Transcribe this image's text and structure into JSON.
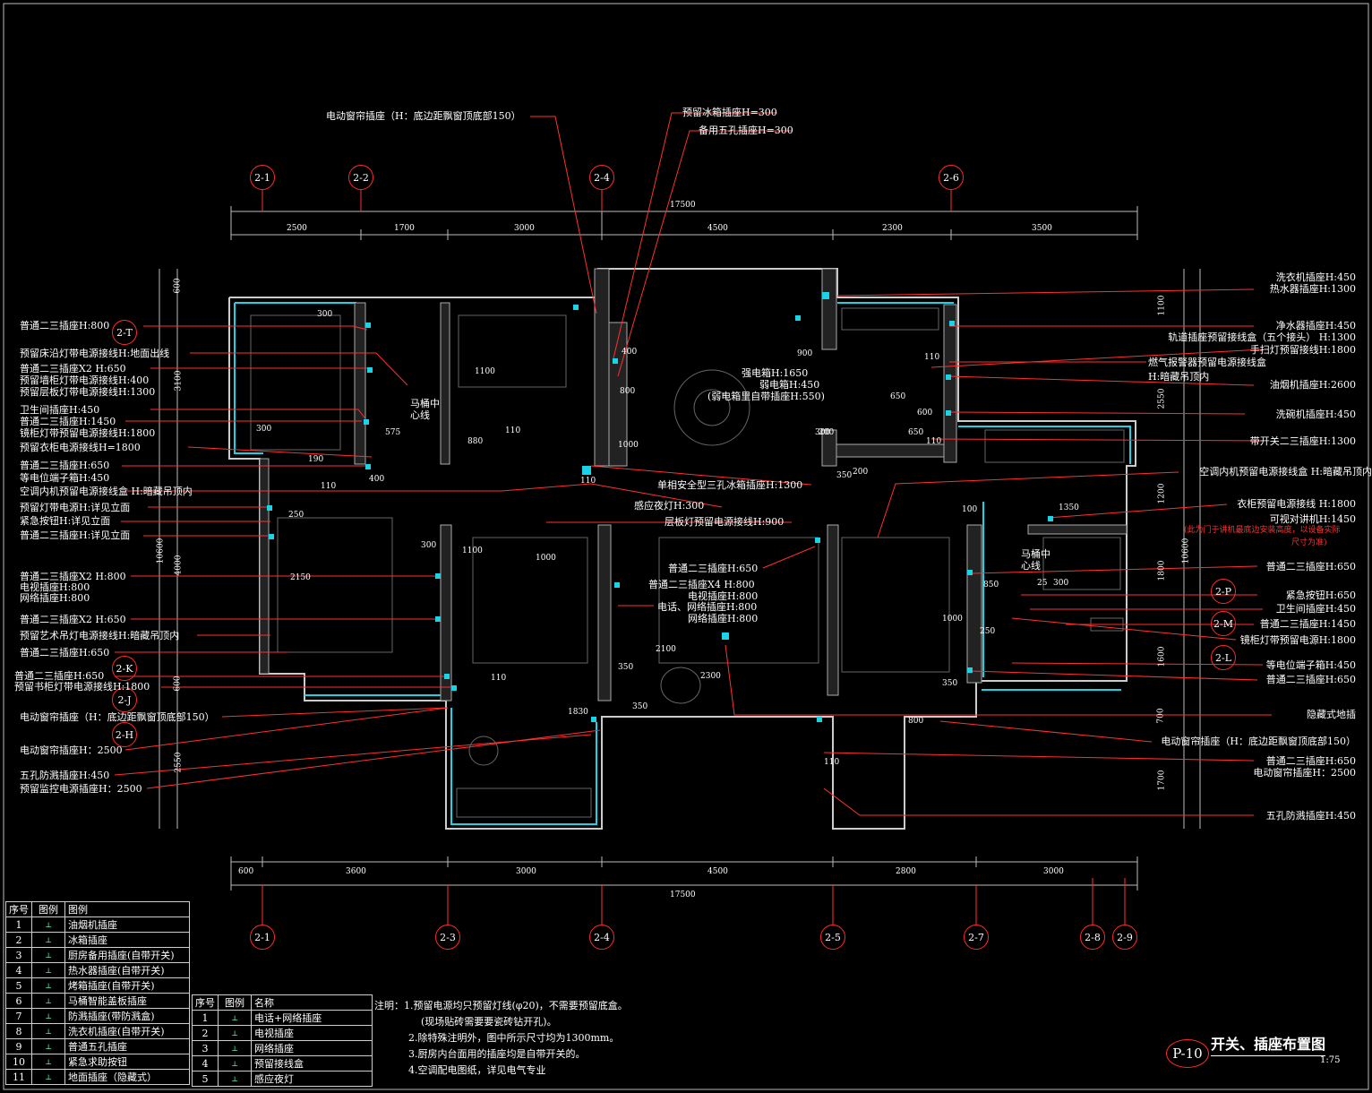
{
  "drawing": {
    "sheet_no": "P-10",
    "title": "开关、插座布置图",
    "scale": "1:75"
  },
  "axes_top": [
    "2-1",
    "2-2",
    "2-4",
    "2-6"
  ],
  "axes_bottom": [
    "2-1",
    "2-3",
    "2-4",
    "2-5",
    "2-7",
    "2-8",
    "2-9"
  ],
  "axes_left": [
    "2-T",
    "2-K",
    "2-J",
    "2-H"
  ],
  "axes_right": [
    "2-P",
    "2-M",
    "2-L"
  ],
  "dims_top_total": "17500",
  "dims_top": [
    "2500",
    "1700",
    "3000",
    "4500",
    "2300",
    "3500"
  ],
  "dims_bottom": [
    "600",
    "3600",
    "3000",
    "4500",
    "2800",
    "3000"
  ],
  "dims_bottom_total": "17500",
  "dims_left": [
    "600",
    "3100",
    "10600",
    "4000",
    "600",
    "2550"
  ],
  "dims_right": [
    "1100",
    "2550",
    "10600",
    "1200",
    "1800",
    "1600",
    "700",
    "1700"
  ],
  "interior_dims": [
    "300",
    "1100",
    "400",
    "110",
    "300",
    "575",
    "190",
    "880",
    "110",
    "110",
    "400",
    "800",
    "1000",
    "900",
    "110",
    "650",
    "600",
    "650",
    "350",
    "200",
    "200",
    "300",
    "110",
    "250",
    "2150",
    "300",
    "1100",
    "1000",
    "110",
    "350",
    "2100",
    "2300",
    "1830",
    "350",
    "110",
    "800",
    "100",
    "1350",
    "850",
    "300",
    "25",
    "250",
    "1000",
    "350"
  ],
  "center_labels": [
    "马桶中心线",
    "马桶中心线"
  ],
  "top_callouts": [
    "电动窗帘插座（H：底边距飘窗顶底部150）",
    "预留冰箱插座H=300",
    "备用五孔插座H=300"
  ],
  "left_callouts": [
    "普通二三插座H:800",
    "预留床沿灯带电源接线H:地面出线",
    "普通二三插座X2 H:650",
    "预留墙柜灯带电源接线H:400",
    "预留层板灯带电源接线H:1300",
    "卫生间插座H:450",
    "普通二三插座H:1450",
    "镜柜灯带预留电源接线H:1800",
    "预留衣柜电源接线H=1800",
    "普通二三插座H:650",
    "等电位端子箱H:450",
    "空调内机预留电源接线盒 H:暗藏吊顶内",
    "预留灯带电源H:详见立面",
    "紧急按钮H:详见立面",
    "普通二三插座H:详见立面",
    "普通二三插座X2 H:800",
    "电视插座H:800",
    "网络插座H:800",
    "普通二三插座X2 H:650",
    "预留艺术吊灯电源接线H:暗藏吊顶内",
    "普通二三插座H:650",
    "普通二三插座H:650",
    "预留书柜灯带电源接线H:1800",
    "电动窗帘插座（H：底边距飘窗顶底部150）",
    "电动窗帘插座H：2500",
    "五孔防溅插座H:450",
    "预留监控电源插座H：2500"
  ],
  "center_callouts": [
    "强电箱H:1650",
    "弱电箱H:450",
    "(弱电箱里自带插座H:550)",
    "单相安全型三孔冰箱插座H:1300",
    "感应夜灯H:300",
    "层板灯预留电源接线H:900",
    "普通二三插座H:650",
    "普通二三插座X4 H:800",
    "电视插座H:800",
    "电话、网络插座H:800",
    "网络插座H:800"
  ],
  "right_callouts": [
    "洗衣机插座H:450",
    "热水器插座H:1300",
    "净水器插座H:450",
    "轨道插座预留接线盒（五个接头） H:1300",
    "手扫灯预留接线H:1800",
    "燃气报警器预留电源接线盒",
    "H:暗藏吊顶内",
    "油烟机插座H:2600",
    "洗碗机插座H:450",
    "带开关二三插座H:1300",
    "空调内机预留电源接线盒 H:暗藏吊顶内",
    "衣柜预留电源接线 H:1800",
    "可视对讲机H:1450",
    "普通二三插座H:650",
    "紧急按钮H:650",
    "卫生间插座H:450",
    "普通二三插座H:1450",
    "镜柜灯带预留电源H:1800",
    "等电位端子箱H:450",
    "普通二三插座H:650",
    "隐藏式地插",
    "电动窗帘插座（H：底边距飘窗顶底部150）",
    "普通二三插座H:650",
    "电动窗帘插座H：2500",
    "五孔防溅插座H:450"
  ],
  "right_red_note": [
    "(此为门于讲机最底边安装高度，以设备实际",
    "尺寸为准)"
  ],
  "legend_a": {
    "headers": [
      "序号",
      "图例",
      "图例"
    ],
    "rows": [
      [
        "1",
        "油烟机插座"
      ],
      [
        "2",
        "冰箱插座"
      ],
      [
        "3",
        "厨房备用插座(自带开关)"
      ],
      [
        "4",
        "热水器插座(自带开关)"
      ],
      [
        "5",
        "烤箱插座(自带开关)"
      ],
      [
        "6",
        "马桶智能盖板插座"
      ],
      [
        "7",
        "防溅插座(带防溅盒)"
      ],
      [
        "8",
        "洗衣机插座(自带开关)"
      ],
      [
        "9",
        "普通五孔插座"
      ],
      [
        "10",
        "紧急求助按钮"
      ],
      [
        "11",
        "地面插座（隐藏式）"
      ]
    ]
  },
  "legend_b": {
    "headers": [
      "序号",
      "图例",
      "名称"
    ],
    "rows": [
      [
        "1",
        "电话+网络插座"
      ],
      [
        "2",
        "电视插座"
      ],
      [
        "3",
        "网络插座"
      ],
      [
        "4",
        "预留接线盒"
      ],
      [
        "5",
        "感应夜灯"
      ]
    ]
  },
  "notes": [
    "注明：1.预留电源均只预留灯线(φ20)，不需要预留底盒。",
    "(现场贴砖需要要瓷砖钻开孔)。",
    "2.除特殊注明外，图中所示尺寸均为1300mm。",
    "3.厨房内台面用的插座均是自带开关的。",
    "4.空调配电图纸，详见电气专业"
  ]
}
